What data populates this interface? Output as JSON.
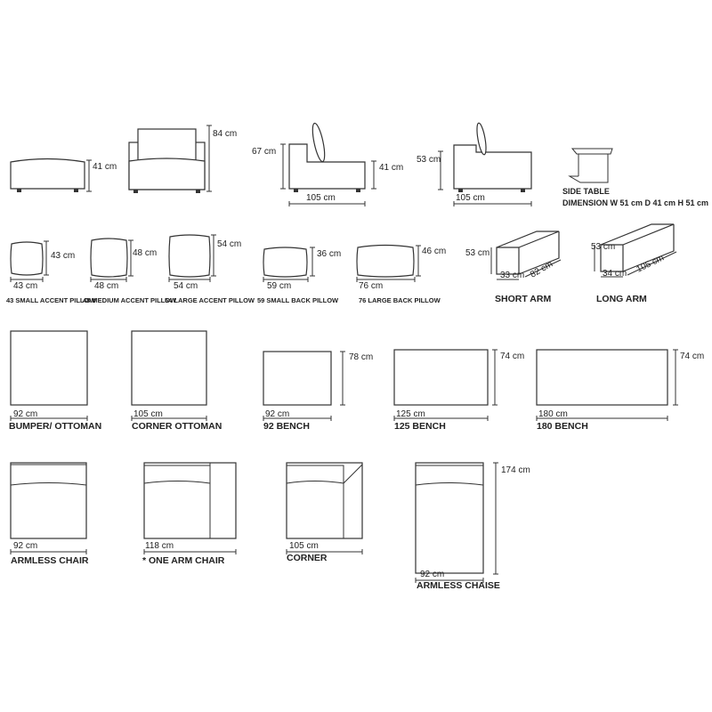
{
  "row1": {
    "ottoman_height": "41 cm",
    "chair_height": "84 cm",
    "side1_back_height": "67 cm",
    "side1_seat_height": "41 cm",
    "side1_depth": "105 cm",
    "side2_height": "53 cm",
    "side2_depth": "105 cm",
    "side_table_title": "SIDE TABLE",
    "side_table_dims": "DIMENSION  W 51 cm  D 41 cm   H 51 cm"
  },
  "pillows": [
    {
      "height": "43 cm",
      "width": "43 cm",
      "label": "43 SMALL ACCENT PILLOW"
    },
    {
      "height": "48 cm",
      "width": "48 cm",
      "label": "48 MEDIUM ACCENT PILLOW"
    },
    {
      "height": "54 cm",
      "width": "54 cm",
      "label": "54  LARGE ACCENT PILLOW"
    },
    {
      "height": "36 cm",
      "width": "59 cm",
      "label": "59 SMALL BACK PILLOW"
    },
    {
      "height": "46 cm",
      "width": "76 cm",
      "label": "76 LARGE BACK PILLOW"
    }
  ],
  "arms": [
    {
      "height": "53 cm",
      "width": "33 cm",
      "length": "82 cm",
      "label": "SHORT ARM"
    },
    {
      "height": "53 cm",
      "width": "34 cm",
      "length": "105 cm",
      "label": "LONG ARM"
    }
  ],
  "row3": [
    {
      "width": "92 cm",
      "label": "BUMPER/ OTTOMAN"
    },
    {
      "width": "105 cm",
      "label": "CORNER OTTOMAN"
    },
    {
      "width": "92 cm",
      "height": "78 cm",
      "label": "92 BENCH"
    },
    {
      "width": "125 cm",
      "height": "74 cm",
      "label": "125 BENCH"
    },
    {
      "width": "180 cm",
      "height": "74 cm",
      "label": "180 BENCH"
    }
  ],
  "row4": [
    {
      "width": "92 cm",
      "label": "ARMLESS CHAIR"
    },
    {
      "width": "118 cm",
      "label": "* ONE ARM CHAIR"
    },
    {
      "width": "105 cm",
      "label": "CORNER"
    },
    {
      "width": "92 cm",
      "height": "174 cm",
      "label": "ARMLESS CHAISE"
    }
  ]
}
